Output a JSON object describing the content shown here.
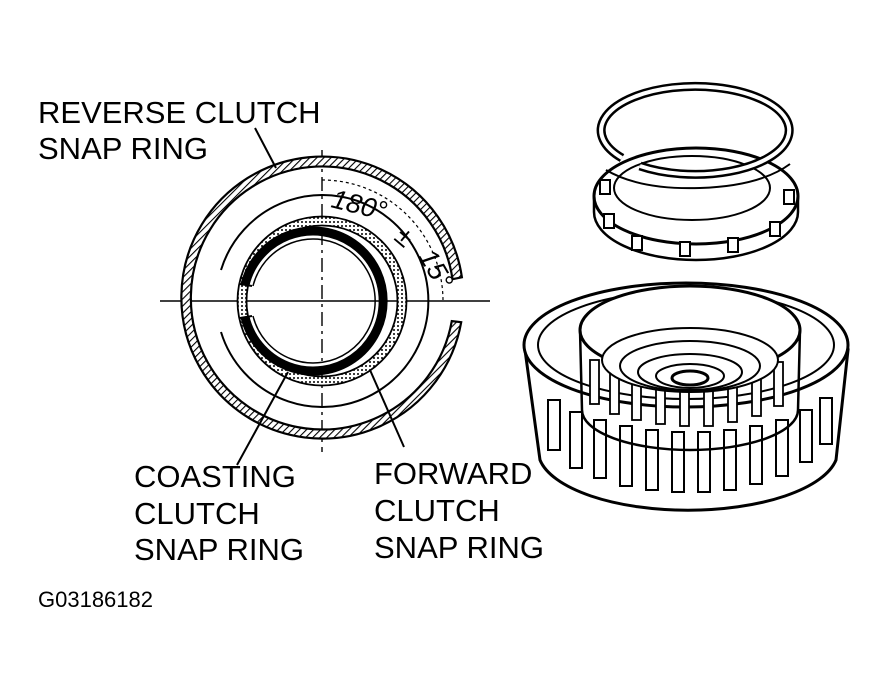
{
  "labels": {
    "reverse_line1": "REVERSE CLUTCH",
    "reverse_line2": "SNAP RING",
    "coasting_line1": "COASTING",
    "coasting_line2": "CLUTCH",
    "coasting_line3": "SNAP RING",
    "forward_line1": "FORWARD",
    "forward_line2": "CLUTCH",
    "forward_line3": "SNAP RING",
    "angle_180": "180°",
    "angle_pm": "±",
    "angle_15": "15°",
    "figure_code": "G03186182"
  },
  "colors": {
    "ink": "#000000",
    "paper": "#ffffff"
  }
}
